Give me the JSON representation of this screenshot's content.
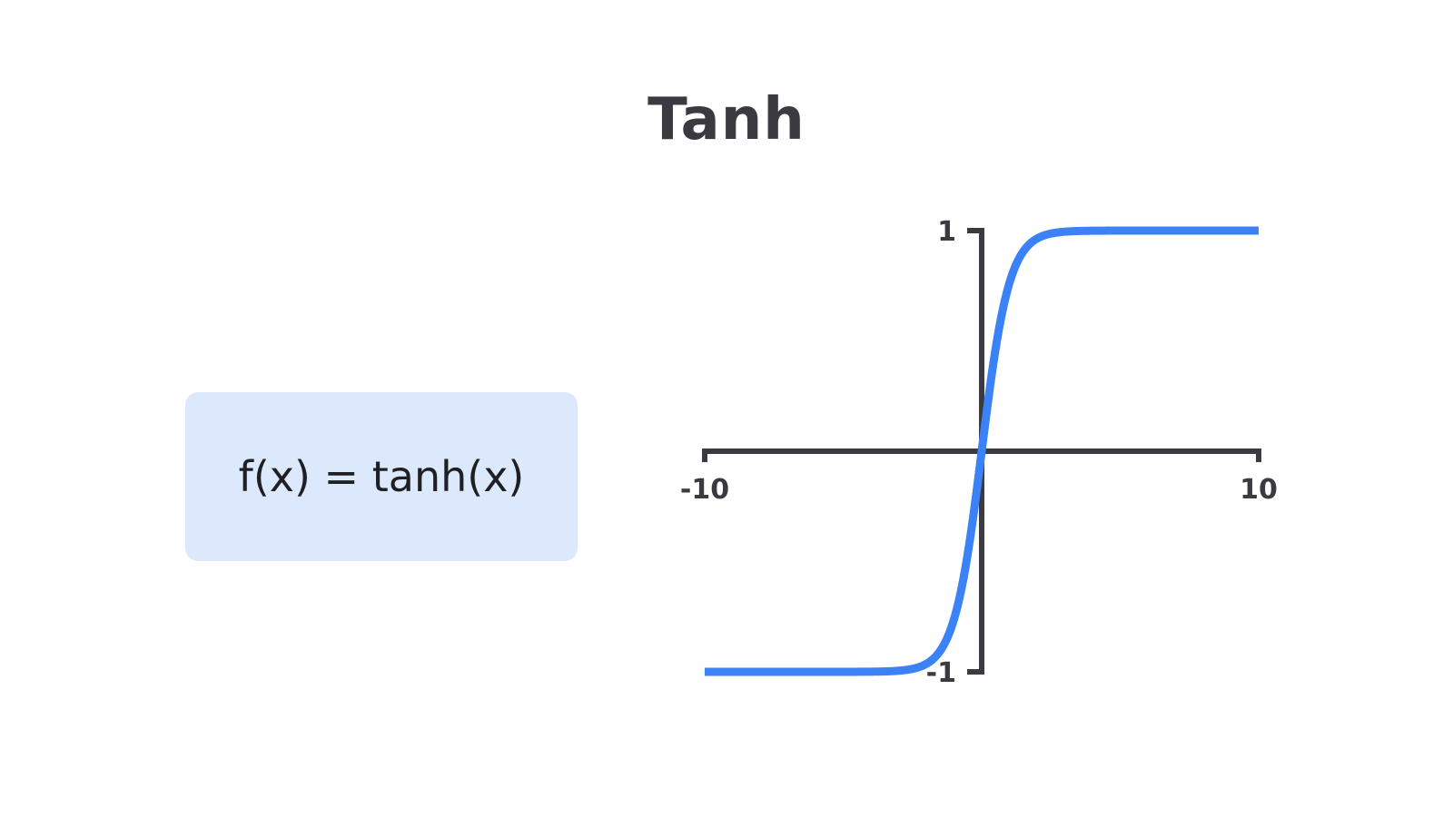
{
  "formula": "f(x) = tanh(x)",
  "colors": {
    "curve": "#3b82f6",
    "axis": "#3a3a40",
    "formula_background": "#dce9fd"
  },
  "chart_data": {
    "type": "line",
    "title": "Tanh",
    "xlabel": "",
    "ylabel": "",
    "xlim": [
      -10,
      10
    ],
    "ylim": [
      -1,
      1
    ],
    "x_tick_labels": [
      "-10",
      "10"
    ],
    "y_tick_labels": [
      "1",
      "-1"
    ],
    "grid": false,
    "legend": "none",
    "series": [
      {
        "function": "tanh",
        "x": [
          -10,
          -5,
          -4,
          -3,
          -2,
          -1.5,
          -1,
          -0.5,
          0,
          0.5,
          1,
          1.5,
          2,
          3,
          4,
          5,
          10
        ],
        "y": [
          -1,
          -1,
          -0.999,
          -0.995,
          -0.964,
          -0.905,
          -0.762,
          -0.462,
          0,
          0.462,
          0.762,
          0.905,
          0.964,
          0.995,
          0.999,
          1,
          1
        ]
      }
    ]
  }
}
